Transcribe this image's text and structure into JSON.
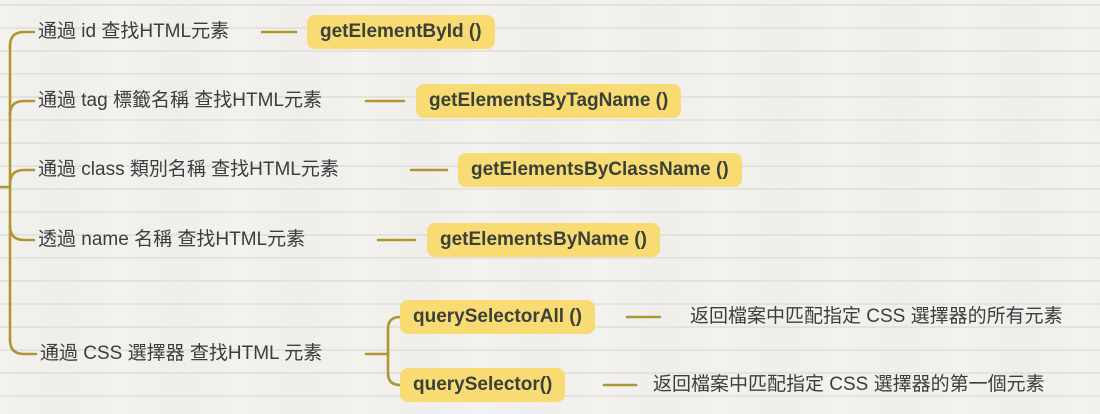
{
  "palette": {
    "background": "#f2f1ee",
    "paper_line": "#e4e1dc",
    "branch": "#af9730",
    "node_bg": "#f8db72",
    "node_text": "#3a4139",
    "label_text": "#3d3d3d"
  },
  "tree": {
    "branches": [
      {
        "label": "通過 id 查找HTML元素",
        "method": "getElementById ()"
      },
      {
        "label": "通過 tag 標籤名稱 查找HTML元素",
        "method": "getElementsByTagName ()"
      },
      {
        "label": "通過 class 類別名稱 查找HTML元素",
        "method": "getElementsByClassName ()"
      },
      {
        "label": "透過 name 名稱 查找HTML元素",
        "method": "getElementsByName ()"
      },
      {
        "label": "通過 CSS 選擇器 查找HTML 元素",
        "children": [
          {
            "method": "querySelectorAll ()",
            "description": "返回檔案中匹配指定 CSS 選擇器的所有元素"
          },
          {
            "method": "querySelector()",
            "description": "返回檔案中匹配指定 CSS 選擇器的第一個元素"
          }
        ]
      }
    ]
  }
}
